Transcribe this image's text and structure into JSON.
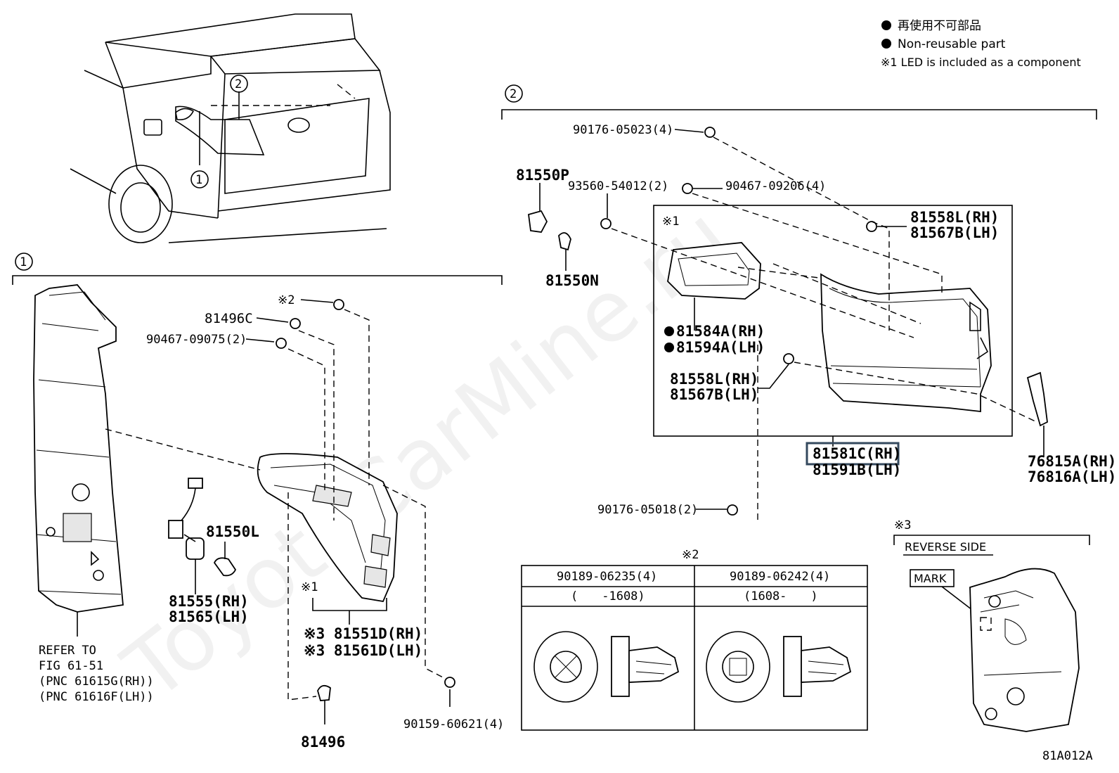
{
  "legend": {
    "jp": "再使用不可部品",
    "en": "Non-reusable part",
    "note1": "※1 LED is included as a component"
  },
  "section_markers": {
    "one": "1",
    "two": "2"
  },
  "refer": {
    "line1": "REFER TO",
    "line2": "FIG 61-51",
    "line3": "(PNC 61615G(RH))",
    "line4": "(PNC 61616F(LH))"
  },
  "parts": {
    "p81496C": "81496C",
    "p90467_09075": "90467-09075(2)",
    "note2_label": "※2",
    "p81550L": "81550L",
    "p81555": "81555(RH)",
    "p81565": "81565(LH)",
    "note1_label": "※1",
    "p81551D": "※3 81551D(RH)",
    "p81561D": "※3 81561D(LH)",
    "p90159": "90159-60621(4)",
    "p81496": "81496",
    "p90176_05023": "90176-05023(4)",
    "p81550P": "81550P",
    "p93560": "93560-54012(2)",
    "p90467_09206": "90467-09206(4)",
    "p81550N": "81550N",
    "box_note1": "※1",
    "p81558L_a": "81558L(RH)",
    "p81567B_a": "81567B(LH)",
    "p81584A": "81584A(RH)",
    "p81594A": "81594A(LH)",
    "p81558L_b": "81558L(RH)",
    "p81567B_b": "81567B(LH)",
    "p81581C": "81581C(RH)",
    "p81591B": "81591B(LH)",
    "p76815A": "76815A(RH)",
    "p76816A": "76816A(LH)",
    "p90176_05018": "90176-05018(2)"
  },
  "clip_table": {
    "title": "※2",
    "col1_header": "90189-06235(4)",
    "col2_header": "90189-06242(4)",
    "col1_range": "(　　-1608)",
    "col2_range": "(1608-　　)"
  },
  "reverse": {
    "title": "※3",
    "side_label": "REVERSE SIDE",
    "mark_label": "MARK"
  },
  "watermark": "ToyotaCarMine.ru",
  "figure_id": "81A012A",
  "colors": {
    "highlight": "#34495e",
    "line": "#000000"
  }
}
